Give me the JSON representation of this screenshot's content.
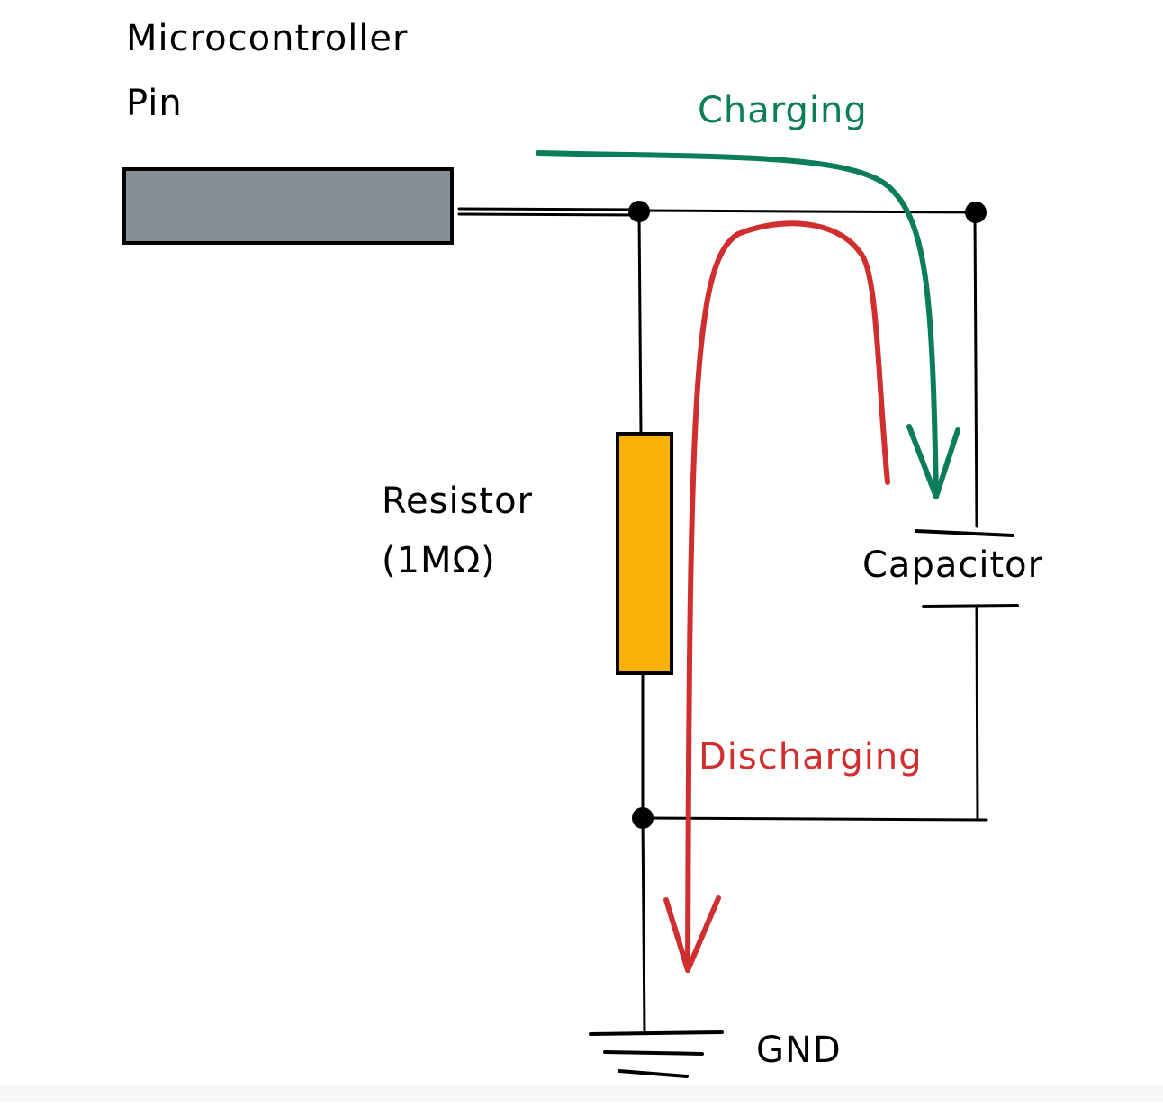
{
  "labels": {
    "mcu_line1": "Microcontroller",
    "mcu_line2": "Pin",
    "charging": "Charging",
    "resistor_line1": "Resistor",
    "resistor_line2": "(1MΩ)",
    "capacitor": "Capacitor",
    "discharging": "Discharging",
    "gnd": "GND"
  },
  "colors": {
    "pin_fill": "#868e96",
    "resistor_fill": "#fab005",
    "charging": "#0b7d5b",
    "discharging": "#d12f2f",
    "wire": "#000000"
  }
}
